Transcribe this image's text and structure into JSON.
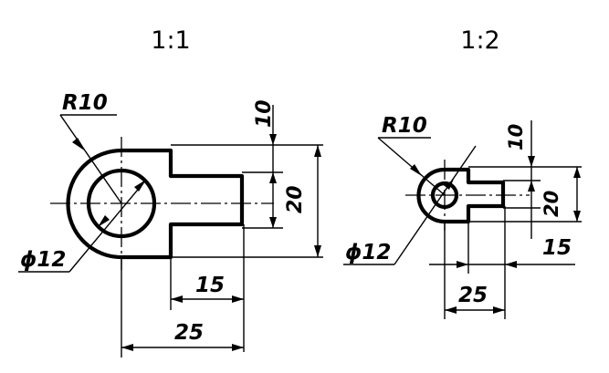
{
  "views": [
    {
      "scale": "1:1",
      "radius_label": "R10",
      "diameter_label": "ϕ12",
      "dim_10": "10",
      "dim_20": "20",
      "dim_15": "15",
      "dim_25": "25"
    },
    {
      "scale": "1:2",
      "radius_label": "R10",
      "diameter_label": "ϕ12",
      "dim_10": "10",
      "dim_20": "20",
      "dim_15": "15",
      "dim_25": "25"
    }
  ]
}
